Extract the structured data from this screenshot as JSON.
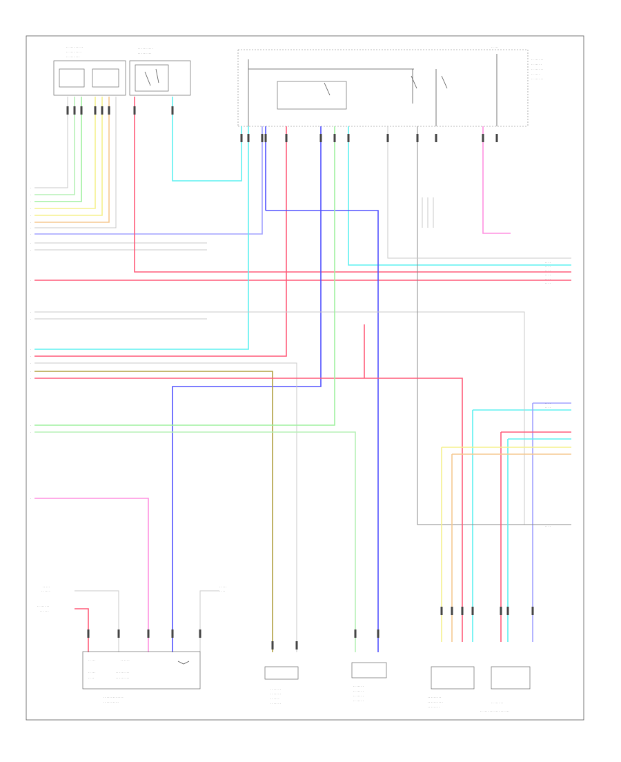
{
  "page": {
    "page_number": "",
    "outer_frame": true
  },
  "colors": {
    "red": "#ff5a78",
    "pink": "#ff8fe0",
    "cyan": "#5cf0f0",
    "blue": "#5050ff",
    "green": "#9ff09f",
    "lightgreen": "#b6f0b6",
    "yellow": "#f5f08c",
    "orange": "#f5c890",
    "olive": "#b0a040",
    "lavender": "#a0a0ff",
    "gray": "#8a8a8a",
    "lightgray": "#c8c8c8",
    "black": "#222222"
  },
  "components": [
    {
      "id": "ecm-top-left",
      "name": "",
      "sub": ""
    },
    {
      "id": "relay-box-top",
      "name": "",
      "sub": ""
    },
    {
      "id": "fuse-block-top",
      "name": "",
      "sub": ""
    },
    {
      "id": "fuel-pump-module",
      "name": "",
      "sub": ""
    },
    {
      "id": "ecm-bottom-mid",
      "name": "",
      "sub": ""
    },
    {
      "id": "fuel-pump-driver",
      "name": "",
      "sub": ""
    },
    {
      "id": "sensor-a",
      "name": "",
      "sub": ""
    },
    {
      "id": "sensor-b",
      "name": "",
      "sub": ""
    }
  ]
}
